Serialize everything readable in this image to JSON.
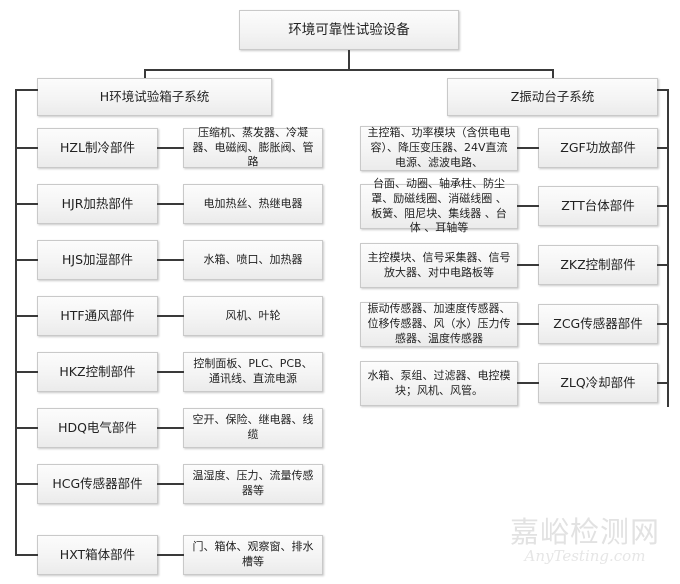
{
  "diagram": {
    "type": "tree",
    "root": {
      "label": "环境可靠性试验设备"
    },
    "branches": [
      {
        "id": "H",
        "label": "H环境试验箱子系统",
        "side": "left",
        "components": [
          {
            "code": "HZL",
            "label": "HZL制冷部件",
            "detail": "压缩机、蒸发器、冷凝器、电磁阀、膨胀阀、管路"
          },
          {
            "code": "HJR",
            "label": "HJR加热部件",
            "detail": "电加热丝、热继电器"
          },
          {
            "code": "HJS",
            "label": "HJS加湿部件",
            "detail": "水箱、喷口、加热器"
          },
          {
            "code": "HTF",
            "label": "HTF通风部件",
            "detail": "风机、叶轮"
          },
          {
            "code": "HKZ",
            "label": "HKZ控制部件",
            "detail": "控制面板、PLC、PCB、通讯线、直流电源"
          },
          {
            "code": "HDQ",
            "label": "HDQ电气部件",
            "detail": "空开、保险、继电器、线缆"
          },
          {
            "code": "HCG",
            "label": "HCG传感器部件",
            "detail": "温湿度、压力、流量传感器等"
          },
          {
            "code": "HXT",
            "label": "HXT箱体部件",
            "detail": "门、箱体、观察窗、排水槽等"
          }
        ]
      },
      {
        "id": "Z",
        "label": "Z振动台子系统",
        "side": "right",
        "components": [
          {
            "code": "ZGF",
            "label": "ZGF功放部件",
            "detail": "主控箱、功率模块（含供电电容）、降压变压器、24V直流电源、滤波电路、"
          },
          {
            "code": "ZTT",
            "label": "ZTT台体部件",
            "detail": "台面、动圈、轴承柱、防尘罩、励磁线圈、消磁线圈 、板簧、阻尼块、集线器 、台体 、耳轴等"
          },
          {
            "code": "ZKZ",
            "label": "ZKZ控制部件",
            "detail": "主控模块、信号采集器、信号放大器、对中电路板等"
          },
          {
            "code": "ZCG",
            "label": "ZCG传感器部件",
            "detail": "振动传感器、加速度传感器、位移传感器、风（水）压力传感器、温度传感器"
          },
          {
            "code": "ZLQ",
            "label": "ZLQ冷却部件",
            "detail": "水箱、泵组、过滤器、电控模块；风机、风管。"
          }
        ]
      }
    ]
  },
  "watermark": {
    "cn": "嘉峪检测网",
    "en": "AnyTesting.com"
  },
  "colors": {
    "box_border": "#c9c9c9",
    "box_fill": "#f4f4f4",
    "line": "#3a3a3a",
    "text": "#222222",
    "watermark": "#e2e2e2"
  }
}
